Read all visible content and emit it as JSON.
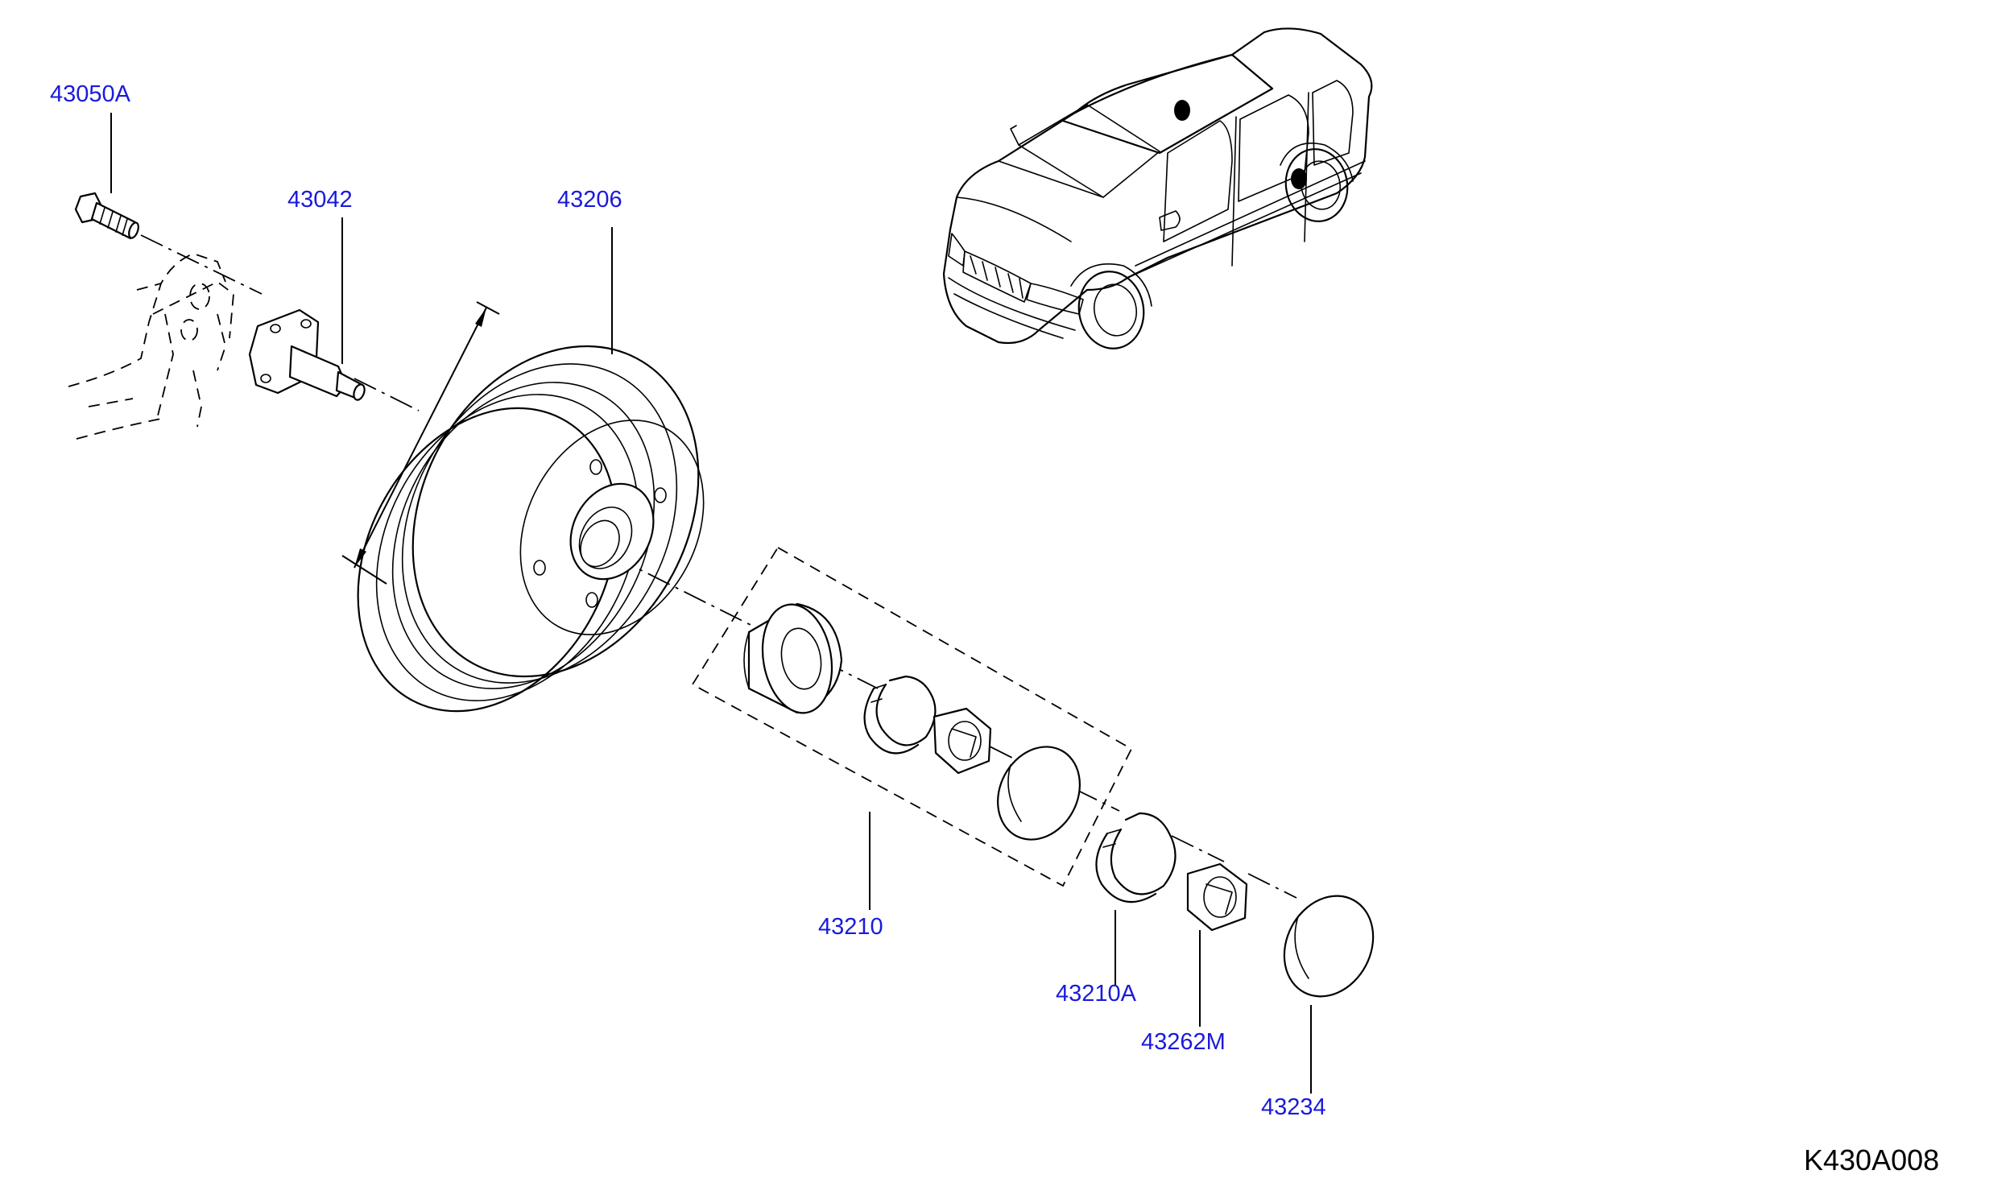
{
  "diagram": {
    "code": "K430A008",
    "label_color": "#1a1adc",
    "parts": [
      {
        "id": "43050A",
        "label": "43050A"
      },
      {
        "id": "43042",
        "label": "43042"
      },
      {
        "id": "43206",
        "label": "43206"
      },
      {
        "id": "43210",
        "label": "43210"
      },
      {
        "id": "43210A",
        "label": "43210A"
      },
      {
        "id": "43262M",
        "label": "43262M"
      },
      {
        "id": "43234",
        "label": "43234"
      }
    ]
  }
}
